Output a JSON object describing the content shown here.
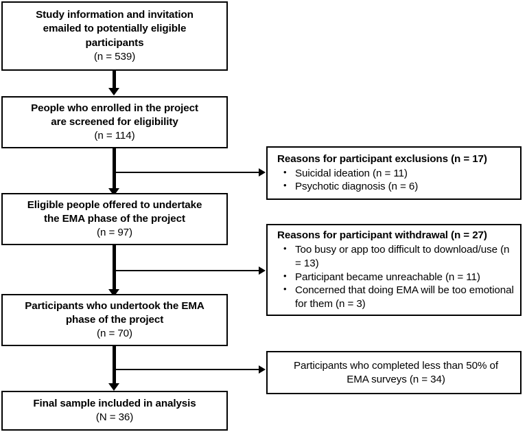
{
  "diagram": {
    "title": "Participant flow through study (CONSORT-style flowchart)",
    "type": "flowchart",
    "accent_color": "#000000",
    "background_color": "#ffffff"
  },
  "main_flow": [
    {
      "id": "invited",
      "lines": [
        "Study information and invitation",
        "emailed to potentially eligible",
        "participants"
      ],
      "count": "(n = 539)",
      "bold": true
    },
    {
      "id": "enrolled",
      "lines": [
        "People who enrolled in the project",
        "are screened for eligibility"
      ],
      "count": "(n = 114)",
      "bold": true
    },
    {
      "id": "offered",
      "lines": [
        "Eligible people offered to undertake",
        "the EMA phase of the project"
      ],
      "count": "(n = 97)",
      "bold": true
    },
    {
      "id": "undertook",
      "lines": [
        "Participants who undertook the EMA",
        "phase of the project"
      ],
      "count": "(n = 70)",
      "bold": true
    },
    {
      "id": "final",
      "lines": [
        "Final sample included in analysis"
      ],
      "count": "(N = 36)",
      "bold": true
    }
  ],
  "side_boxes": [
    {
      "id": "exclusions",
      "heading": "Reasons for participant exclusions (n = 17)",
      "items": [
        "Suicidal ideation (n = 11)",
        "Psychotic diagnosis (n = 6)"
      ]
    },
    {
      "id": "withdrawals",
      "heading": "Reasons for participant withdrawal (n = 27)",
      "items": [
        "Too busy or app too difficult to download/use (n = 13)",
        "Participant became unreachable (n = 11)",
        "Concerned that doing EMA will be too emotional for them (n = 3)"
      ]
    },
    {
      "id": "incomplete",
      "plain_lines": [
        "Participants who completed less than 50% of",
        "EMA surveys (n = 34)"
      ]
    }
  ],
  "connectors": {
    "vertical_arrow_label": "down-arrow",
    "branch_arrow_label": "right-branch-arrow"
  }
}
